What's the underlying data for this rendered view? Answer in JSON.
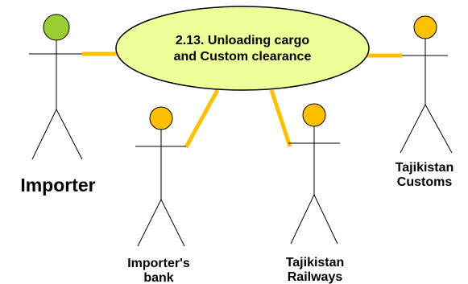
{
  "use_case": {
    "line1": "2.13. Unloading cargo",
    "line2": "and Custom clearance"
  },
  "actors": {
    "importer": {
      "label": "Importer"
    },
    "importers_bank": {
      "line1": "Importer's",
      "line2": "bank"
    },
    "tajikistan_railways": {
      "line1": "Tajikistan",
      "line2": "Railways"
    },
    "tajikistan_customs": {
      "line1": "Tajikistan",
      "line2": "Customs"
    }
  },
  "colors": {
    "use_case_fill": "#eeff99",
    "importer_head": "#9acd32",
    "other_heads": "#ffc000",
    "association_line": "#ffc000",
    "stick": "#000000"
  },
  "icons": {
    "actor": "stick-figure-icon",
    "use_case": "ellipse-use-case-icon"
  }
}
